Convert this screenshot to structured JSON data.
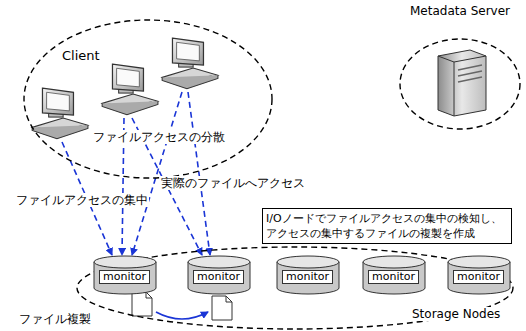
{
  "diagram": {
    "nodes": [
      {
        "text": [
          "Client"
        ]
      },
      {
        "text": [
          "Metadata Server"
        ]
      },
      {
        "text": [
          "I/Oノードでファイルアクセスの集中の検知し、アクセスの集中するファイルの複製を作成"
        ]
      },
      {
        "text": [
          "Storage Nodes"
        ]
      },
      {
        "text": [
          "monitor"
        ],
        "in": 3
      },
      {
        "text": [
          "monitor"
        ],
        "in": 3
      },
      {
        "text": [
          "monitor"
        ],
        "in": 3
      },
      {
        "text": [
          "monitor"
        ],
        "in": 3
      },
      {
        "text": [
          "monitor"
        ],
        "in": 3
      }
    ],
    "labels": [
      "ファイルアクセスの分散",
      "ファイルアクセスの集中",
      "実際のファイルへアクセス",
      "ファイル複製"
    ]
  }
}
